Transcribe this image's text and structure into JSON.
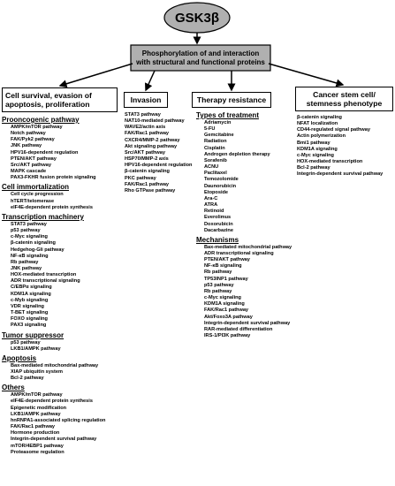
{
  "title": "GSK3β",
  "banner": {
    "line1": "Phosphorylation of and interaction",
    "line2": "with structural and functional proteins"
  },
  "colors": {
    "box_fill": "#b0b0b0",
    "line": "#000000"
  },
  "survival": {
    "heading_line1": "Cell survival, evasion of",
    "heading_line2": "apoptosis, proliferation",
    "sections": [
      {
        "title": "Prooncogenic pathway",
        "items": [
          "AMPK/mTOR pathway",
          "Notch pathway",
          "FAK/Pyk2 pathway",
          "JNK pathway",
          "HPV16-dependent regulation",
          "PTEN/AKT pathway",
          "Src/AKT pathway",
          "MAPK cascade",
          "PAX3-FKHR fusion protein signaling"
        ]
      },
      {
        "title": "Cell immortalization",
        "items": [
          "Cell cycle progression",
          "hTERT/telomerase",
          "eIF4E-dependent protein synthesis"
        ]
      },
      {
        "title": "Transcription machinery",
        "items": [
          "STAT3 pathway",
          "p53 pathway",
          "c-Myc signaling",
          "β-catenin signaling",
          "Hedgehog-Gli pathway",
          "NF-κB signaling",
          "Rb pathway",
          "JNK pathway",
          "HOX-mediated transcription",
          "ADR transcriptional signaling",
          "C/EBPα signaling",
          "KDM1A signaling",
          "c-Myb signaling",
          "VDR signaling",
          "T-BET signaling",
          "FOXO signaling",
          "PAX3 signaling"
        ]
      },
      {
        "title": "Tumor suppressor",
        "items": [
          "p53 pathway",
          "LKB1/AMPK pathway"
        ]
      },
      {
        "title": "Apoptosis",
        "items": [
          "Bax-mediated mitochondrial pathway",
          "XIAP ubiquitin system",
          "Bcl-2 pathway"
        ]
      },
      {
        "title": "Others",
        "items": [
          "AMPK/mTOR pathway",
          "eIF4E-dependent protein synthesis",
          "Epigenetic modification",
          "LKB1/AMPK pathway",
          "hnRNPA1-associated splicing regulation",
          "FAK/Rac1 pathway",
          "Hormone production",
          "Integrin-dependent survival pathway",
          "mTOR/4EBP1 pathway",
          "Proteasome regulation"
        ]
      }
    ]
  },
  "invasion": {
    "heading": "Invasion",
    "items": [
      "STAT3 pathway",
      "NAT10-mediated pathway",
      "WAVE2/actin axis",
      "FAK/Rac1 pathway",
      "CXCR4/MMP-2 pathway",
      "Akt signaling pathway",
      "Src/AKT pathway",
      "HSP70/MMP-2 axis",
      "HPV16-dependent regulation",
      "β-catenin signaling",
      "PKC pathway",
      "FAK/Rac1 pathway",
      "Rho GTPase pathway"
    ]
  },
  "therapy": {
    "heading": "Therapy resistance",
    "sections": [
      {
        "title": "Types of treatment",
        "items": [
          "Adriamycin",
          "5-FU",
          "Gemcitabine",
          "Radiation",
          "Cisplatin",
          "Androgen depletion therapy",
          "Sorafenib",
          "ACNU",
          "Paclitaxel",
          "Temozolomide",
          "Daunorubicin",
          "Etoposide",
          "Ara-C",
          "ATRA",
          "Retinoid",
          "Everolimus",
          "Doxorubicin",
          "Dacarbazine"
        ]
      },
      {
        "title": "Mechanisms",
        "items": [
          "Bax-mediated mitochondrial pathway",
          "ADR transcriptional signaling",
          "PTEN/AKT pathway",
          "NF-κB signaling",
          "Rb pathway",
          "TP53INP1 pathway",
          "p53 pathway",
          "Rb pathway",
          "c-Myc signaling",
          "KDM1A signaling",
          "FAK/Rac1 pathway",
          "Akt/Foxo3A pathway",
          "Integrin-dependent survival pathway",
          "RAR-mediated differentiation",
          "IRS-1/PI3K pathway"
        ]
      }
    ]
  },
  "stem": {
    "heading_line1": "Cancer stem cell/",
    "heading_line2": "stemness phenotype",
    "items": [
      "β-catenin signaling",
      "NFAT localization",
      "CD44-regulated signal pathway",
      "Actin polymerization",
      "Bmi1 pathway",
      "KDM1A signaling",
      "c-Myc signaling",
      "HOX-mediated transcription",
      "Bcl-2 pathway",
      "Integrin-dependent survival pathway"
    ]
  }
}
